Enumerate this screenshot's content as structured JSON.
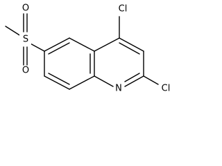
{
  "molecule": {
    "atoms": {
      "cl4": "Cl",
      "cl2": "Cl",
      "n1": "N",
      "sulfur": "S",
      "o_top": "O",
      "o_bottom": "O"
    }
  },
  "colors": {
    "bond": "#000000",
    "label": "#000000",
    "background": "#ffffff"
  }
}
